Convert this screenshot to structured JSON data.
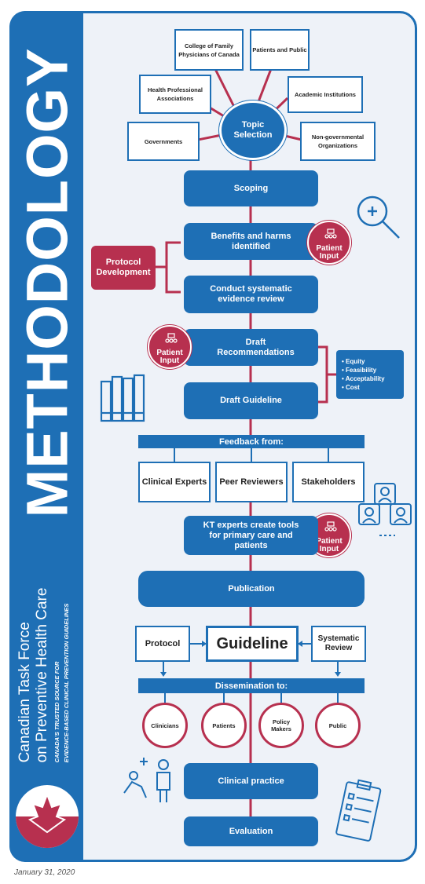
{
  "title": "METHODOLOGY",
  "org_name_line1": "Canadian Task Force",
  "org_name_line2": "on Preventive Health Care",
  "tagline_line1": "CANADA'S TRUSTED SOURCE FOR",
  "tagline_line2": "EVIDENCE-BASED CLINICAL PREVENTION GUIDELINES",
  "date": "January 31, 2020",
  "topic_selection": "Topic Selection",
  "stakeholders_top": {
    "cfpc": "College of Family Physicians of Canada",
    "patients_public": "Patients and Public",
    "hpa": "Health Professional Associations",
    "academic": "Academic Institutions",
    "governments": "Governments",
    "ngo": "Non-governmental Organizations"
  },
  "steps": {
    "scoping": "Scoping",
    "benefits": "Benefits and harms identified",
    "review": "Conduct systematic evidence review",
    "draft_recs": "Draft Recommendations",
    "draft_guideline": "Draft Guideline",
    "kt": "KT experts create tools for primary care and patients",
    "publication": "Publication",
    "clinical_practice": "Clinical practice",
    "evaluation": "Evaluation"
  },
  "protocol_development": "Protocol Development",
  "patient_input": "Patient Input",
  "considerations": [
    "Equity",
    "Feasibility",
    "Acceptability",
    "Cost"
  ],
  "feedback_from": "Feedback from:",
  "feedback": [
    "Clinical Experts",
    "Peer Reviewers",
    "Stakeholders"
  ],
  "protocol": "Protocol",
  "guideline": "Guideline",
  "systematic_review": "Systematic Review",
  "dissemination_to": "Dissemination to:",
  "audiences": [
    "Clinicians",
    "Patients",
    "Policy Makers",
    "Public"
  ],
  "colors": {
    "blue": "#1e6fb5",
    "red": "#b7304f",
    "bg": "#eef2f8"
  },
  "icons": [
    "magnifier-icon",
    "binders-icon",
    "people-chat-icon",
    "clinician-patient-icon",
    "checklist-icon",
    "patient-group-icon"
  ]
}
